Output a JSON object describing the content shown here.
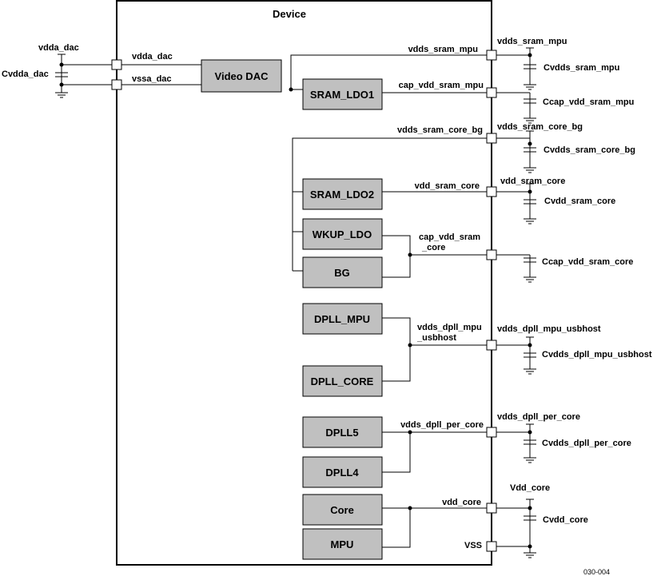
{
  "device": {
    "title": "Device"
  },
  "blocks": {
    "video_dac": "Video DAC",
    "sram_ldo1": "SRAM_LDO1",
    "sram_ldo2": "SRAM_LDO2",
    "wkup_ldo": "WKUP_LDO",
    "bg": "BG",
    "dpll_mpu": "DPLL_MPU",
    "dpll_core": "DPLL_CORE",
    "dpll5": "DPLL5",
    "dpll4": "DPLL4",
    "core": "Core",
    "mpu": "MPU"
  },
  "left": {
    "rail": "vdda_dac",
    "cap": "Cvdda_dac",
    "pin_vdda": "vdda_dac",
    "pin_vssa": "vssa_dac"
  },
  "internal": {
    "vdds_sram_mpu": "vdds_sram_mpu",
    "cap_vdd_sram_mpu": "cap_vdd_sram_mpu",
    "vdds_sram_core_bg": "vdds_sram_core_bg",
    "vdd_sram_core": "vdd_sram_core",
    "cap_vdd_sram_core_1": "cap_vdd_sram",
    "cap_vdd_sram_core_2": "_core",
    "vdds_dpll_mpu_usbhost_1": "vdds_dpll_mpu",
    "vdds_dpll_mpu_usbhost_2": "_usbhost",
    "vdds_dpll_per_core": "vdds_dpll_per_core",
    "vdd_core": "vdd_core",
    "vss": "VSS"
  },
  "external": {
    "vdds_sram_mpu": "vdds_sram_mpu",
    "cvdds_sram_mpu": "Cvdds_sram_mpu",
    "ccap_vdd_sram_mpu": "Ccap_vdd_sram_mpu",
    "vdds_sram_core_bg": "vdds_sram_core_bg",
    "cvdds_sram_core_bg": "Cvdds_sram_core_bg",
    "vdd_sram_core": "vdd_sram_core",
    "cvdd_sram_core": "Cvdd_sram_core",
    "ccap_vdd_sram_core": "Ccap_vdd_sram_core",
    "vdds_dpll_mpu_usbhost": "vdds_dpll_mpu_usbhost",
    "cvdds_dpll_mpu_usbhost": "Cvdds_dpll_mpu_usbhost",
    "vdds_dpll_per_core": "vdds_dpll_per_core",
    "cvdds_dpll_per_core": "Cvdds_dpll_per_core",
    "vdd_core": "Vdd_core",
    "cvdd_core": "Cvdd_core"
  },
  "figure_id": "030-004"
}
